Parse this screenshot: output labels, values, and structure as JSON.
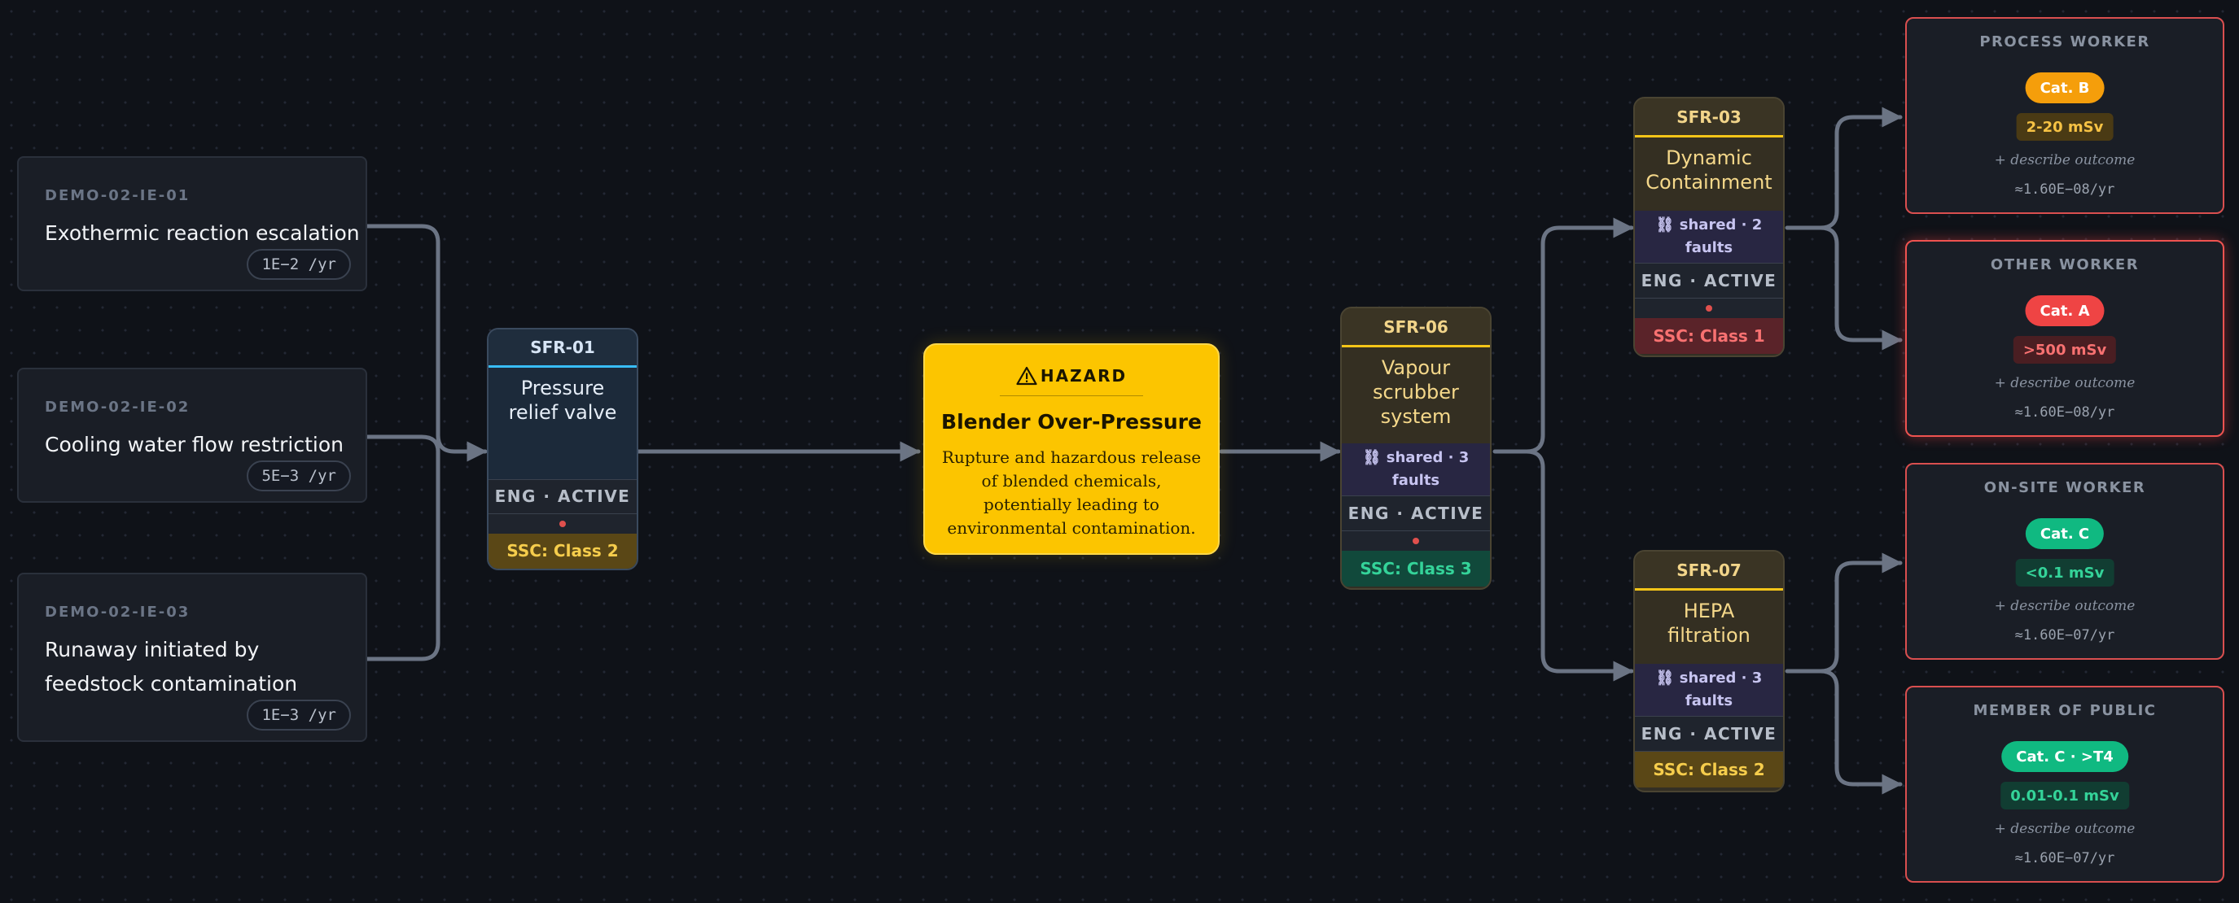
{
  "initiating_events": [
    {
      "id": "DEMO-02-IE-01",
      "title": "Exothermic reaction escalation",
      "frequency": "1E−2 /yr"
    },
    {
      "id": "DEMO-02-IE-02",
      "title": "Cooling water flow restriction",
      "frequency": "5E−3 /yr"
    },
    {
      "id": "DEMO-02-IE-03",
      "title": "Runaway initiated by feedstock contamination",
      "frequency": "1E−3 /yr"
    }
  ],
  "barriers": {
    "sfr01": {
      "id": "SFR-01",
      "name": "Pressure relief valve",
      "type": "ENG · ACTIVE",
      "ssc": "SSC: Class 2"
    },
    "sfr06": {
      "id": "SFR-06",
      "name": "Vapour scrubber system",
      "shared": "⛓ shared · 3 faults",
      "type": "ENG · ACTIVE",
      "ssc": "SSC: Class 3"
    },
    "sfr03": {
      "id": "SFR-03",
      "name": "Dynamic Containment",
      "shared": "⛓ shared · 2 faults",
      "type": "ENG · ACTIVE",
      "ssc": "SSC: Class 1"
    },
    "sfr07": {
      "id": "SFR-07",
      "name": "HEPA filtration",
      "shared": "⛓ shared · 3 faults",
      "type": "ENG · ACTIVE",
      "ssc": "SSC: Class 2"
    }
  },
  "hazard": {
    "icon": "warning-triangle-icon",
    "label": "HAZARD",
    "title": "Blender Over-Pressure",
    "description": "Rupture and hazardous release of blended chemicals, potentially leading to environmental contamination."
  },
  "consequences": [
    {
      "role": "PROCESS WORKER",
      "category": "Cat. B",
      "dose": "2-20 mSv",
      "outcome": "+ describe outcome",
      "probability": "≈1.60E−08/yr",
      "cat_color": "#f59e0b"
    },
    {
      "role": "OTHER WORKER",
      "category": "Cat. A",
      "dose": ">500 mSv",
      "outcome": "+ describe outcome",
      "probability": "≈1.60E−08/yr",
      "cat_color": "#ef4444"
    },
    {
      "role": "ON-SITE WORKER",
      "category": "Cat. C",
      "dose": "<0.1 mSv",
      "outcome": "+ describe outcome",
      "probability": "≈1.60E−07/yr",
      "cat_color": "#10b981"
    },
    {
      "role": "MEMBER OF PUBLIC",
      "category": "Cat. C · >T4",
      "dose": "0.01-0.1 mSv",
      "outcome": "+ describe outcome",
      "probability": "≈1.60E−07/yr",
      "cat_color": "#10b981"
    }
  ]
}
